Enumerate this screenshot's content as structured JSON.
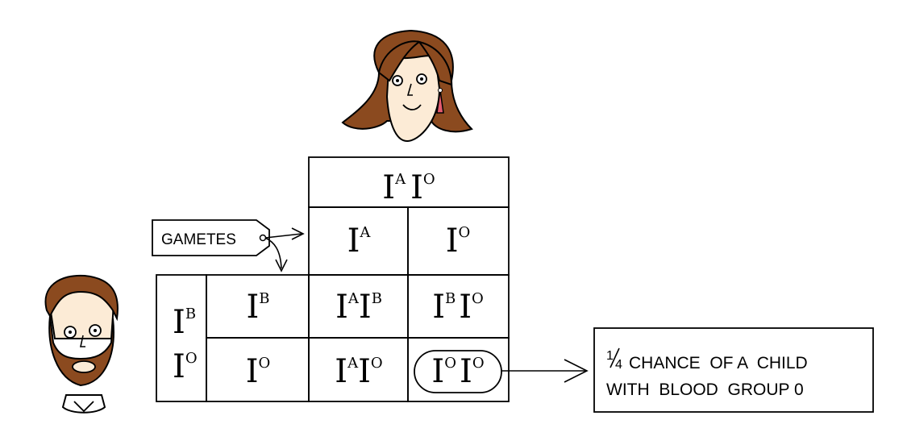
{
  "mother_gametes_header": {
    "allele1": "I",
    "sup1": "A",
    "allele2": "I",
    "sup2": "O"
  },
  "father_gametes_header": {
    "allele1": "I",
    "sup1": "B",
    "allele2": "I",
    "sup2": "O"
  },
  "gametes_tag": {
    "label": "GAMETES"
  },
  "top_gametes": [
    {
      "base": "I",
      "sup": "A"
    },
    {
      "base": "I",
      "sup": "O"
    }
  ],
  "left_gametes": [
    {
      "base": "I",
      "sup": "B"
    },
    {
      "base": "I",
      "sup": "O"
    }
  ],
  "offspring": [
    [
      {
        "a": "I",
        "a_sup": "A",
        "b": "I",
        "b_sup": "B"
      },
      {
        "a": "I",
        "a_sup": "B",
        "b": "I",
        "b_sup": "O"
      }
    ],
    [
      {
        "a": "I",
        "a_sup": "A",
        "b": "I",
        "b_sup": "O"
      },
      {
        "a": "I",
        "a_sup": "O",
        "b": "I",
        "b_sup": "O"
      }
    ]
  ],
  "result_box": {
    "fraction_num": "1",
    "fraction_den": "4",
    "line1": "CHANCE  OF A  CHILD",
    "line2": "WITH  BLOOD  GROUP 0"
  },
  "colors": {
    "hair": "#8B4A1F",
    "skin": "#FCEBD6",
    "earring": "#E55B6E",
    "line": "#000000"
  }
}
